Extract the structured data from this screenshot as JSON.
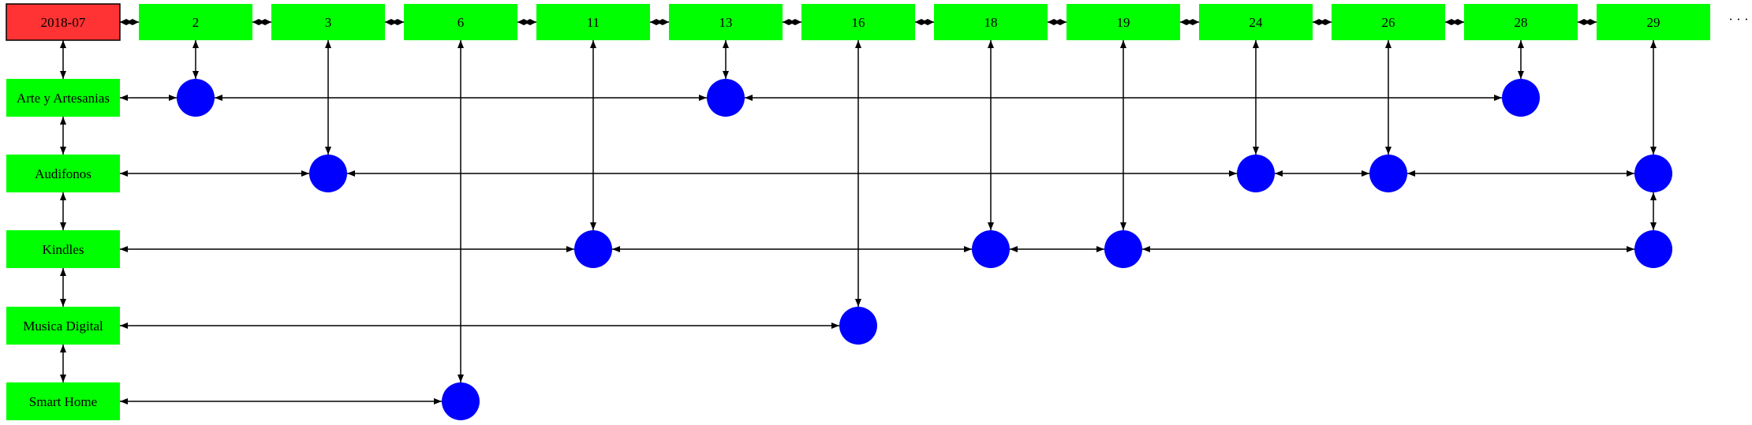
{
  "header": {
    "month_label": "2018-07",
    "days": [
      "2",
      "3",
      "6",
      "11",
      "13",
      "16",
      "18",
      "19",
      "24",
      "26",
      "28",
      "29"
    ],
    "overflow_text": "· · ·"
  },
  "categories": [
    "Arte y Artesanias",
    "Audifonos",
    "Kindles",
    "Musica Digital",
    "Smart Home"
  ],
  "nodes": [
    {
      "category": "Arte y Artesanias",
      "days": [
        "2",
        "13",
        "28"
      ]
    },
    {
      "category": "Audifonos",
      "days": [
        "3",
        "24",
        "26",
        "29"
      ]
    },
    {
      "category": "Kindles",
      "days": [
        "11",
        "18",
        "19",
        "29"
      ]
    },
    {
      "category": "Musica Digital",
      "days": [
        "16"
      ]
    },
    {
      "category": "Smart Home",
      "days": [
        "6"
      ]
    }
  ],
  "colors": {
    "month_box": "#ff3333",
    "day_box": "#00ff00",
    "category_box": "#00ff00",
    "node": "#0000ff",
    "edge": "#000000"
  }
}
